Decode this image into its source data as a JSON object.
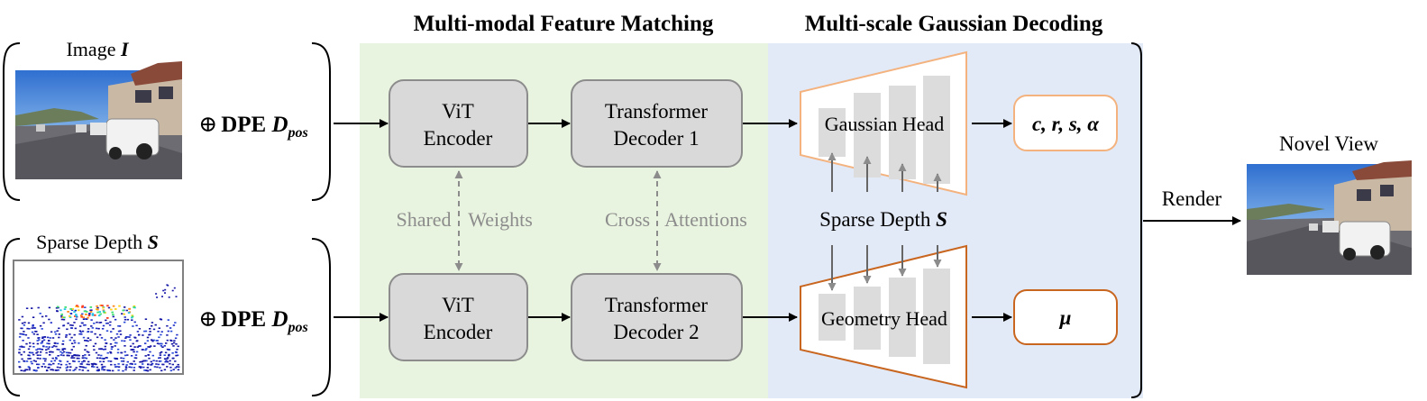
{
  "sections": {
    "matching": {
      "title": "Multi-modal Feature Matching",
      "color": "#4a6a2a",
      "bg": "#e9f4e0"
    },
    "decoding": {
      "title": "Multi-scale Gaussian Decoding",
      "color": "#4f76c8",
      "bg": "#e2e9f7"
    }
  },
  "inputs": {
    "image": {
      "label": "Image ",
      "symbol": "I"
    },
    "depth": {
      "label": "Sparse Depth ",
      "symbol": "S"
    },
    "dpe": {
      "oplus": "⊕",
      "text": "DPE ",
      "symbol": "D",
      "subscript": "pos"
    }
  },
  "blocks": {
    "vit_top": {
      "line1": "ViT",
      "line2": "Encoder"
    },
    "vit_bottom": {
      "line1": "ViT",
      "line2": "Encoder"
    },
    "decoder1": {
      "line1": "Transformer",
      "line2": "Decoder 1"
    },
    "decoder2": {
      "line1": "Transformer",
      "line2": "Decoder 2"
    },
    "block_fill": "#d9d9d9",
    "block_stroke": "#8c8c8c"
  },
  "links": {
    "shared": {
      "left": "Shared",
      "right": "Weights"
    },
    "cross": {
      "left": "Cross",
      "right": "Attentions"
    },
    "color": "#8c8c8c"
  },
  "heads": {
    "gaussian": {
      "label": "Gaussian Head",
      "stroke": "#f3b27e"
    },
    "geometry": {
      "label": "Geometry Head",
      "stroke": "#c8651e"
    },
    "sparse_depth": {
      "label": "Sparse Depth ",
      "symbol": "S"
    }
  },
  "outputs": {
    "gaussian_params": "c, r, s, α",
    "geometry_param": "μ"
  },
  "render": {
    "label": "Render",
    "novel_view": "Novel View"
  }
}
